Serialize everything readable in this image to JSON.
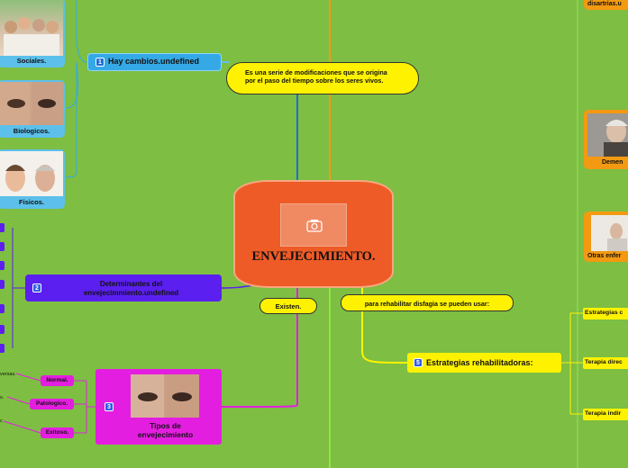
{
  "central": {
    "title": "ENVEJECIMIENTO.",
    "photo_icon": "camera-icon"
  },
  "cards": {
    "sociales": "Sociales.",
    "biologicos": "Biologicos.",
    "fisicos": "Fisicos."
  },
  "hay_cambios": {
    "badge": "1",
    "label": "Hay cambios.undefined"
  },
  "definicion": {
    "text": "Es una serie de modificaciones que se origina por el paso del tiempo sobre los seres vivos."
  },
  "determinantes": {
    "badge": "2",
    "line1": "Determinantes del",
    "line2": "envejecimmiento.undefined"
  },
  "existen": {
    "label": "Existen."
  },
  "tipos": {
    "badge": "3",
    "line1": "Tipos de",
    "line2": "envejecimiento",
    "items": [
      "Normal.",
      "Patologico.",
      "Exitoso."
    ],
    "edge_texts": [
      "versas.",
      "s.",
      "c"
    ]
  },
  "rehabilitar": {
    "label": "para rehabilitar disfagia se pueden usar:"
  },
  "estrategias": {
    "badge": "5",
    "label": "Estrategias rehabilitadoras:",
    "items": [
      "Estrategias c",
      "Terapia direc",
      "Terapia indir"
    ]
  },
  "right_cards": {
    "disartrias": "disartrias.u",
    "demencia": "Demen",
    "otras": "Otras enfer"
  },
  "colors": {
    "background": "#7dbe43",
    "central": "#ee5b27",
    "blue": "#35a9e6",
    "yellow": "#fff200",
    "purple": "#5b1ff0",
    "magenta": "#e41ee0",
    "orange": "#f39a12"
  }
}
